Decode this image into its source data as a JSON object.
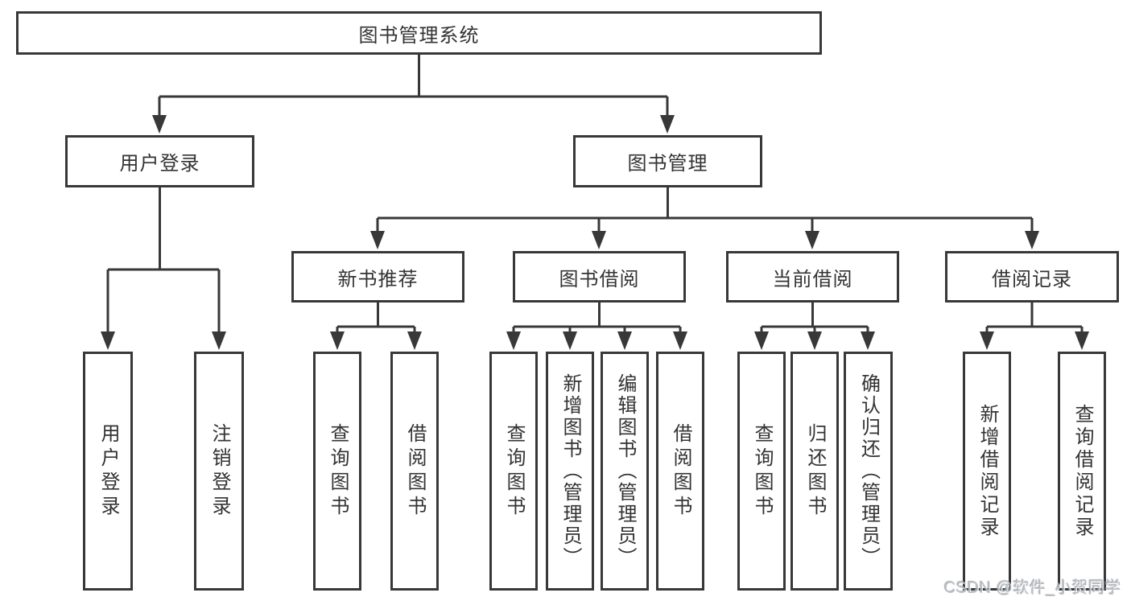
{
  "diagram": {
    "root": {
      "label": "图书管理系统"
    },
    "level2": [
      {
        "id": "user-login",
        "label": "用户登录"
      },
      {
        "id": "book-management",
        "label": "图书管理"
      }
    ],
    "level3": [
      {
        "id": "new-book-recommend",
        "label": "新书推荐"
      },
      {
        "id": "book-borrow",
        "label": "图书借阅"
      },
      {
        "id": "current-borrow",
        "label": "当前借阅"
      },
      {
        "id": "borrow-record",
        "label": "借阅记录"
      }
    ],
    "leaves": {
      "user_login": [
        {
          "label": "用户登录"
        },
        {
          "label": "注销登录"
        }
      ],
      "new_book": [
        {
          "label": "查询图书"
        },
        {
          "label": "借阅图书"
        }
      ],
      "book_borrow": [
        {
          "label": "查询图书"
        },
        {
          "label": "新增图书（管理员）"
        },
        {
          "label": "编辑图书（管理员）"
        },
        {
          "label": "借阅图书"
        }
      ],
      "current_borrow": [
        {
          "label": "查询图书"
        },
        {
          "label": "归还图书"
        },
        {
          "label": "确认归还（管理员）"
        }
      ],
      "borrow_record": [
        {
          "label": "新增借阅记录"
        },
        {
          "label": "查询借阅记录"
        }
      ]
    }
  },
  "watermark": {
    "text": "CSDN @软件_小贺同学",
    "color": "#b5babf"
  },
  "colors": {
    "line": "#383838",
    "text": "#333333",
    "background": "#ffffff"
  }
}
